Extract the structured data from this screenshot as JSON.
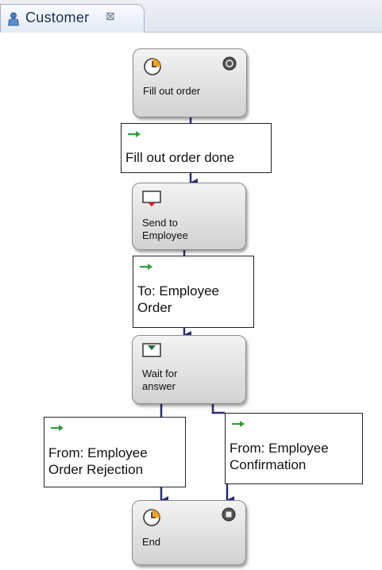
{
  "tab": {
    "title": "Customer",
    "close_glyph": "⊠",
    "icon": "customer-person-icon"
  },
  "nodes": {
    "fill_out_order": {
      "label": "Fill out order",
      "icon": "clock-start-icon",
      "corner_icon": "info-badge-icon"
    },
    "send_to_employee": {
      "label": "Send to\nEmployee",
      "icon": "send-message-icon"
    },
    "wait_for_answer": {
      "label": "Wait for\nanswer",
      "icon": "receive-message-icon"
    },
    "end": {
      "label": "End",
      "icon": "clock-end-icon",
      "corner_icon": "stop-badge-icon"
    }
  },
  "transitions": {
    "fill_out_order_done": {
      "label": "Fill out order done",
      "icon": "transition-arrow-icon"
    },
    "to_employee_order": {
      "label": "To: Employee\nOrder",
      "icon": "transition-arrow-icon"
    },
    "from_employee_order_rejection": {
      "label": "From: Employee\nOrder Rejection",
      "icon": "transition-arrow-icon"
    },
    "from_employee_confirmation": {
      "label": "From: Employee\nConfirmation",
      "icon": "transition-arrow-icon"
    }
  },
  "colors": {
    "edge": "#2b2a7a",
    "transition_arrow": "#2e9b3a",
    "clock_accent": "#f0a020",
    "send_icon": "#cc2222",
    "receive_icon": "#1e6b35"
  }
}
